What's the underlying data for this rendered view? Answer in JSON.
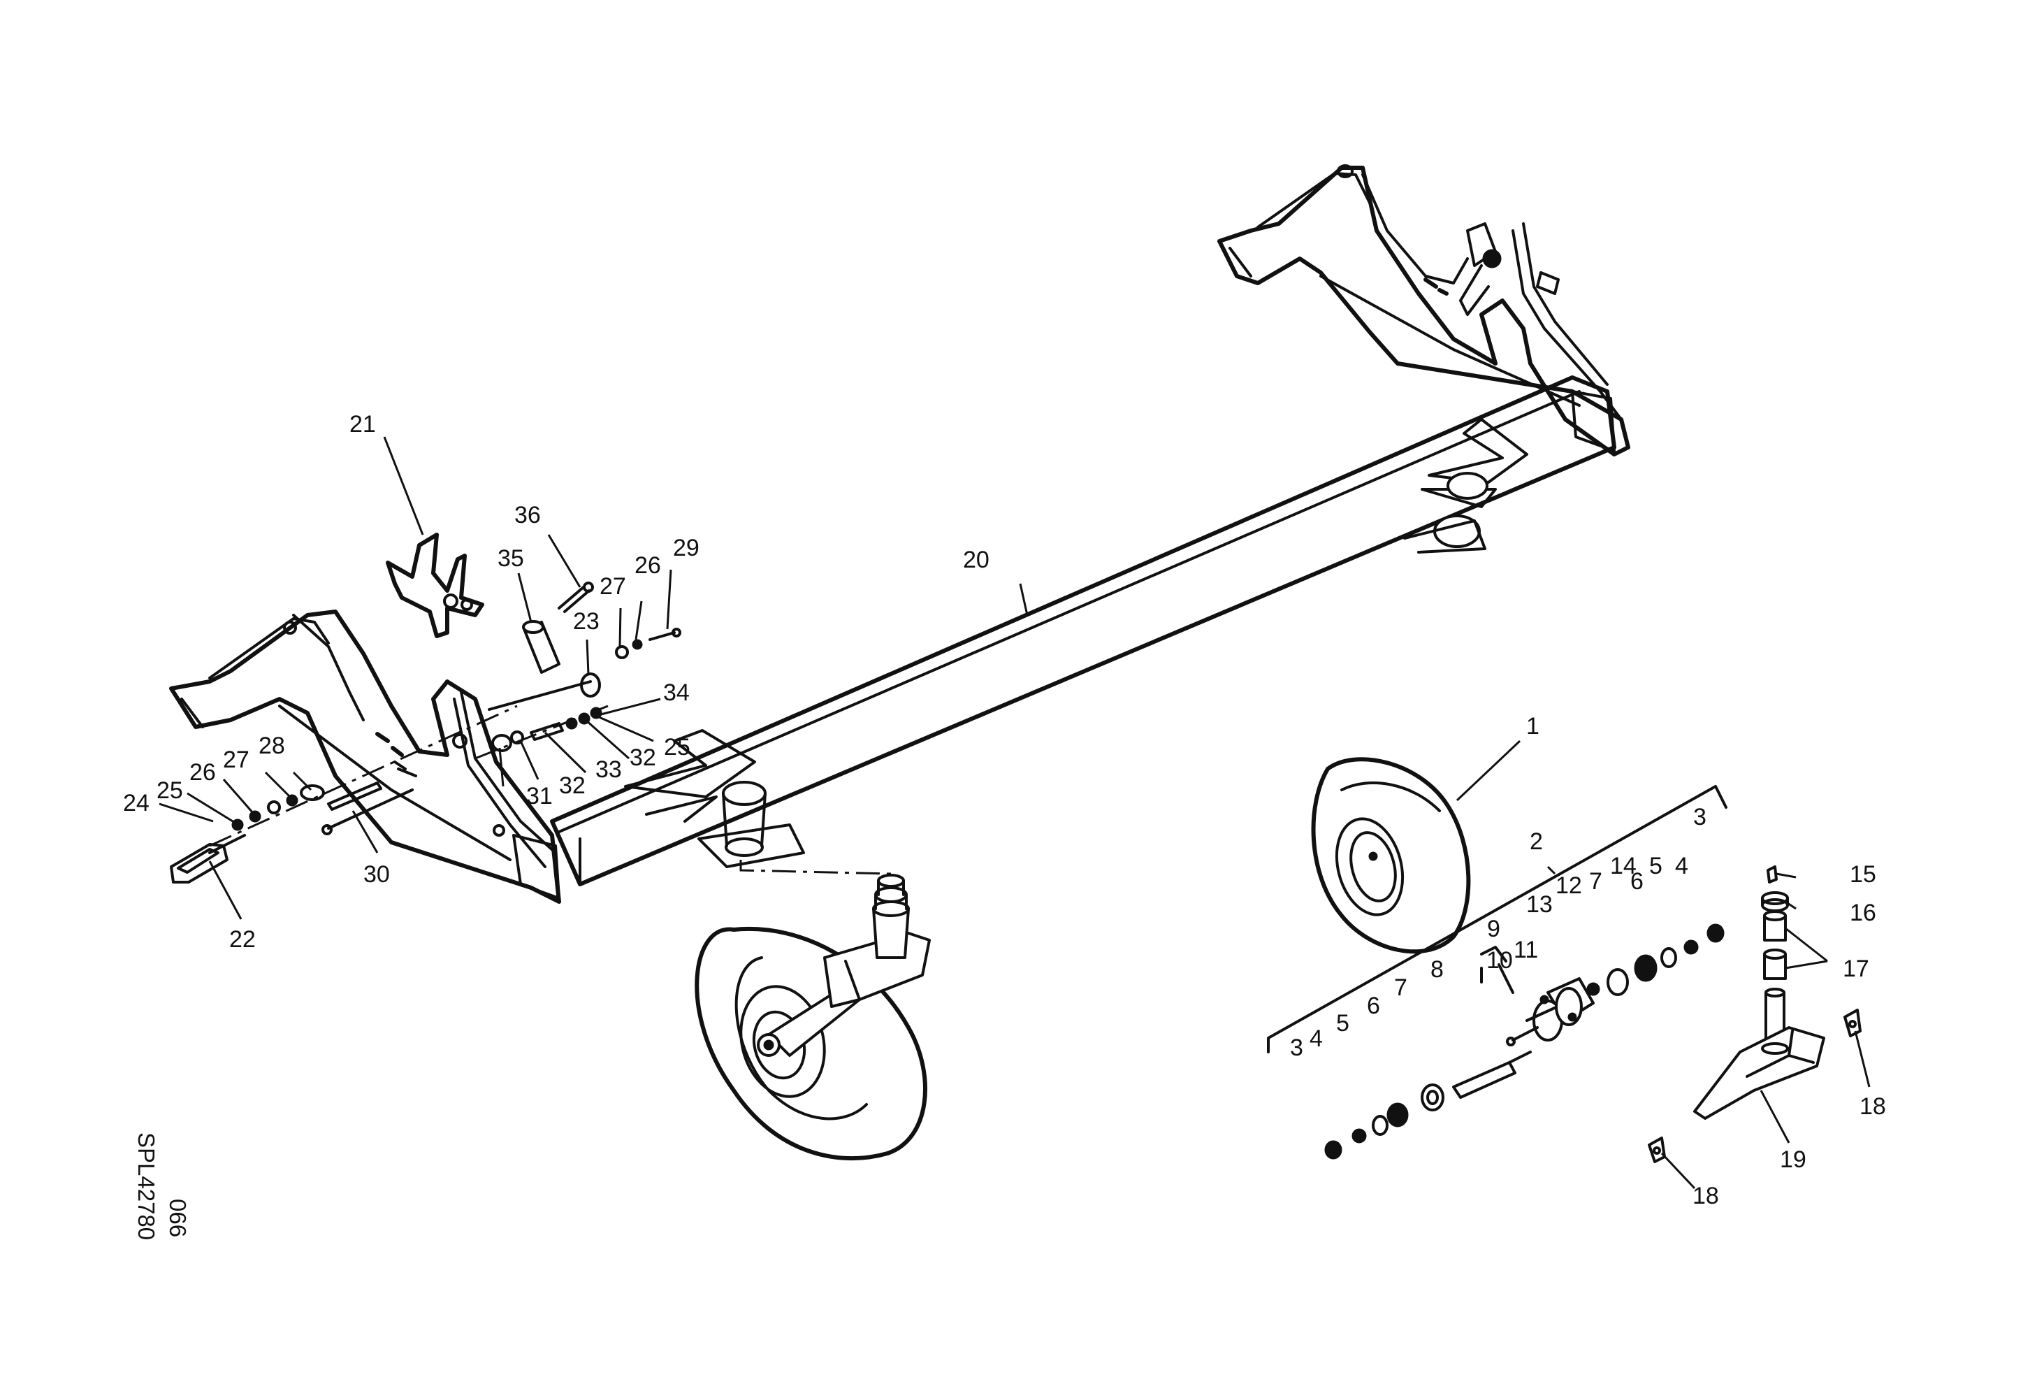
{
  "callouts": {
    "c1": "1",
    "c2": "2",
    "c3a": "3",
    "c4a": "4",
    "c5a": "5",
    "c6a": "6",
    "c7a": "7",
    "c8": "8",
    "c9": "9",
    "c10": "10",
    "c11": "11",
    "c12": "12",
    "c13": "13",
    "c14": "14",
    "c7b": "7",
    "c6b": "6",
    "c5b": "5",
    "c4b": "4",
    "c3b": "3",
    "c15": "15",
    "c16": "16",
    "c17": "17",
    "c18a": "18",
    "c18b": "18",
    "c19": "19",
    "c20": "20",
    "c21": "21",
    "c22": "22",
    "c23": "23",
    "c24": "24",
    "c25a": "25",
    "c25b": "25",
    "c26a": "26",
    "c26b": "26",
    "c27a": "27",
    "c27b": "27",
    "c28": "28",
    "c29": "29",
    "c30": "30",
    "c31": "31",
    "c32a": "32",
    "c32b": "32",
    "c33": "33",
    "c34": "34",
    "c35": "35",
    "c36": "36"
  },
  "codes": {
    "drawing_number": "SPL42780",
    "page_code": "066"
  }
}
